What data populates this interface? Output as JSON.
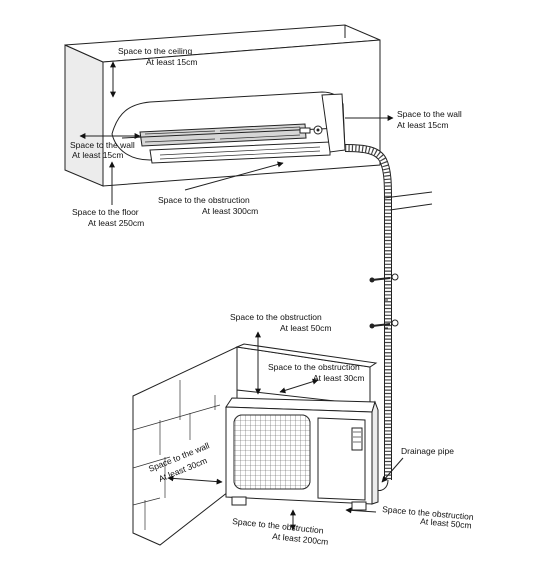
{
  "labels": {
    "ceiling_title": "Space to the ceiling",
    "ceiling_value": "At least 15cm",
    "wall_right_title": "Space to the wall",
    "wall_right_value": "At least 15cm",
    "wall_left_title": "Space to the wall",
    "wall_left_value": "At least 15cm",
    "floor_title": "Space to the floor",
    "floor_value": "At least 250cm",
    "obstruction_front_title": "Space to the obstruction",
    "obstruction_front_value": "At least 300cm",
    "outdoor_top_title": "Space to the obstruction",
    "outdoor_top_value": "At least 50cm",
    "outdoor_back_title": "Space to the obstruction",
    "outdoor_back_value": "At least 30cm",
    "outdoor_wall_title": "Space to the wall",
    "outdoor_wall_value": "At least 30cm",
    "drainage": "Drainage pipe",
    "outdoor_front_title": "Space to the obstruction",
    "outdoor_front_value": "At least 200cm",
    "outdoor_side_title": "Space to the obstruction",
    "outdoor_side_value": "At least 50cm"
  }
}
